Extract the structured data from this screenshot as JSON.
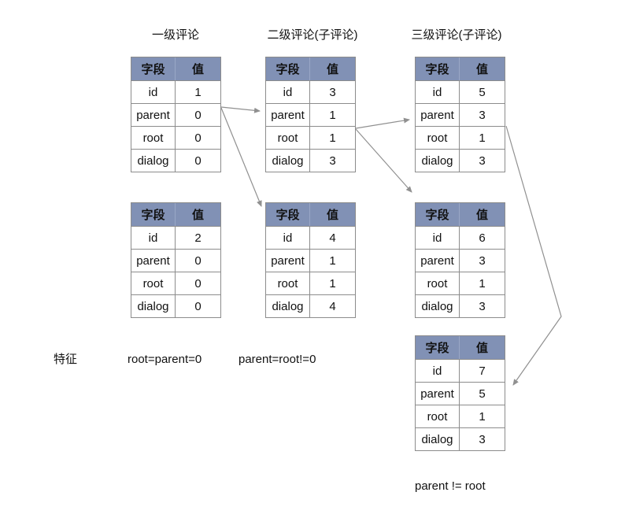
{
  "column_titles": [
    "一级评论",
    "二级评论(子评论)",
    "三级评论(子评论)"
  ],
  "table_header": {
    "field": "字段",
    "value": "值"
  },
  "tables": [
    {
      "level": "一级评论",
      "rows": [
        [
          "id",
          "1"
        ],
        [
          "parent",
          "0"
        ],
        [
          "root",
          "0"
        ],
        [
          "dialog",
          "0"
        ]
      ]
    },
    {
      "level": "二级评论(子评论)",
      "rows": [
        [
          "id",
          "3"
        ],
        [
          "parent",
          "1"
        ],
        [
          "root",
          "1"
        ],
        [
          "dialog",
          "3"
        ]
      ]
    },
    {
      "level": "三级评论(子评论)",
      "rows": [
        [
          "id",
          "5"
        ],
        [
          "parent",
          "3"
        ],
        [
          "root",
          "1"
        ],
        [
          "dialog",
          "3"
        ]
      ]
    },
    {
      "level": "一级评论",
      "rows": [
        [
          "id",
          "2"
        ],
        [
          "parent",
          "0"
        ],
        [
          "root",
          "0"
        ],
        [
          "dialog",
          "0"
        ]
      ]
    },
    {
      "level": "二级评论(子评论)",
      "rows": [
        [
          "id",
          "4"
        ],
        [
          "parent",
          "1"
        ],
        [
          "root",
          "1"
        ],
        [
          "dialog",
          "4"
        ]
      ]
    },
    {
      "level": "三级评论(子评论)",
      "rows": [
        [
          "id",
          "6"
        ],
        [
          "parent",
          "3"
        ],
        [
          "root",
          "1"
        ],
        [
          "dialog",
          "3"
        ]
      ]
    },
    {
      "level": "三级评论(子评论)",
      "rows": [
        [
          "id",
          "7"
        ],
        [
          "parent",
          "5"
        ],
        [
          "root",
          "1"
        ],
        [
          "dialog",
          "3"
        ]
      ]
    }
  ],
  "features": {
    "caption": "特征",
    "level1": "root=parent=0",
    "level2": "parent=root!=0",
    "level3": "parent != root"
  },
  "colors": {
    "table_header_bg": "#8191B5",
    "table_border": "#8C8C8C",
    "arrow": "#909090",
    "text": "#111111",
    "background": "#FFFFFF"
  }
}
